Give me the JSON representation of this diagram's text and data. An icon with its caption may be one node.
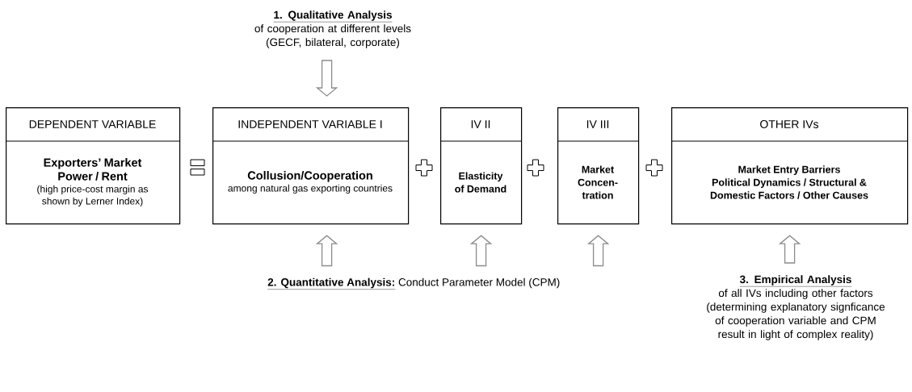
{
  "diagram": {
    "nodes": [
      {
        "text": [
          "DEPENDENT VARIABLE",
          "Exporters’ Market Power / Rent",
          "(high price-cost margin as shown by Lerner Index)"
        ]
      },
      {
        "text": [
          "INDEPENDENT VARIABLE I",
          "Collusion/Cooperation",
          "among natural gas exporting countries"
        ]
      },
      {
        "text": [
          "IV II",
          "Elasticity of Demand"
        ]
      },
      {
        "text": [
          "IV III",
          "Market Concen-tration"
        ]
      },
      {
        "text": [
          "OTHER IVs",
          "Market Entry Barriers",
          "Political Dynamics / Structural & Domestic Factors / Other Causes"
        ]
      },
      {
        "text": [
          "1. Qualitative Analysis",
          "of cooperation at different levels (GECF, bilateral, corporate)"
        ]
      },
      {
        "text": [
          "2. Quantitative Analysis:",
          "Conduct Parameter Model (CPM)"
        ]
      },
      {
        "text": [
          "3. Empirical Analysis",
          "of all IVs including other factors (determining explanatory signficance of cooperation variable and CPM result in light of complex reality)"
        ]
      }
    ],
    "edges": [
      {
        "from": 5,
        "to": 1,
        "arrow": "to"
      },
      {
        "from": 6,
        "to": 1,
        "arrow": "to"
      },
      {
        "from": 6,
        "to": 2,
        "arrow": "to"
      },
      {
        "from": 6,
        "to": 3,
        "arrow": "to"
      },
      {
        "from": 7,
        "to": 4,
        "arrow": "to"
      }
    ]
  }
}
